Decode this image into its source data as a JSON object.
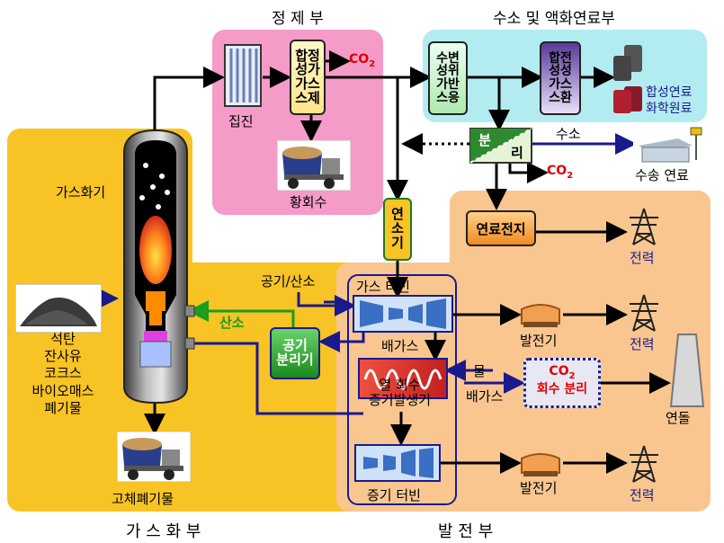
{
  "sections": {
    "purification": "정 제 부",
    "hydrogen": "수소 및 액화연료부",
    "gasification": "가 스 화 부",
    "power": "발 전 부"
  },
  "purification": {
    "dust": "집진",
    "syngas_purify": "합정\n성가\n가스\n스제",
    "co2": "CO",
    "co2_sub": "2",
    "sulfur": "황회수"
  },
  "hydrogen": {
    "shift": "수변\n성위\n가반\n스응",
    "synthesis": "합전\n성성\n가스\n스환",
    "separation_a": "분",
    "separation_b": "리",
    "hydrogen_label": "수소",
    "co2": "CO",
    "co2_sub": "2",
    "synfuel": "합성연료",
    "chemical": "화학원료",
    "transport_fuel": "수송 연료"
  },
  "gasification": {
    "gasifier": "가스화기",
    "oxygen": "산소",
    "feedstock": [
      "석탄",
      "잔사유",
      "코크스",
      "바이오매스",
      "폐기물"
    ],
    "solid_waste": "고체폐기물"
  },
  "power": {
    "combustor": "연\n소\n기",
    "air_oxygen": "공기/산소",
    "gas_turbine": "가스  터빈",
    "air_separator": "공기\n분리기",
    "exhaust": "배가스",
    "hrsg": "열 회수\n증기발생기",
    "water": "물",
    "exhaust2": "배가스",
    "co2_capture_top": "CO",
    "co2_capture_sub": "2",
    "co2_capture": "회수 분리",
    "steam_turbine": "증기 터빈",
    "fuel_cell": "연료전지",
    "generator1": "발전기",
    "generator2": "발전기",
    "power1": "전력",
    "power2": "전력",
    "power3": "전력",
    "stack": "연돌"
  },
  "colors": {
    "gasification_bg": "#f7c325",
    "power_bg": "#f9c690",
    "purification_bg": "#f59bc8",
    "hydrogen_bg": "#b3ecf0",
    "line_dark": "#000000",
    "line_navy": "#1a1a8c",
    "line_green": "#1b9c1b",
    "co2_red": "#e00000"
  }
}
